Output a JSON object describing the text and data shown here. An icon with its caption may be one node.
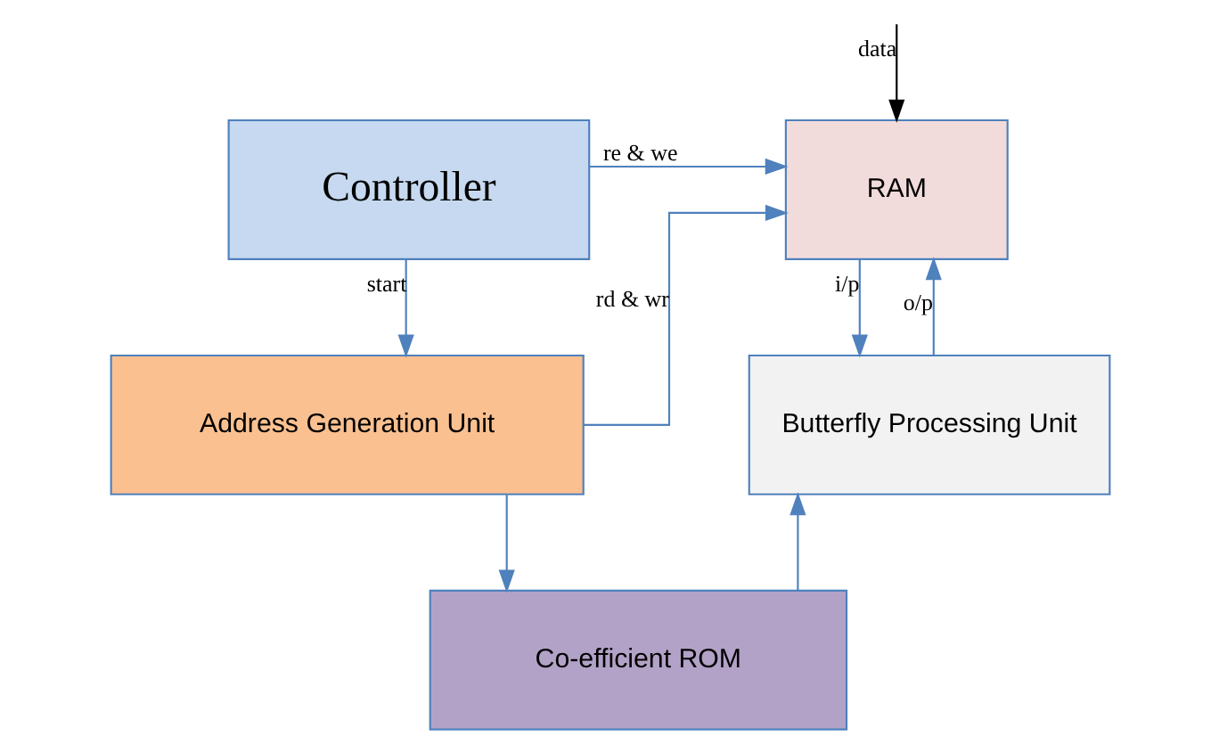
{
  "diagram": {
    "nodes": [
      {
        "text": [
          "Controller"
        ]
      },
      {
        "text": [
          "RAM"
        ]
      },
      {
        "text": [
          "Address Generation Unit"
        ]
      },
      {
        "text": [
          "Butterfly Processing Unit"
        ]
      },
      {
        "text": [
          "Co-efficient ROM"
        ]
      }
    ],
    "edges": [
      {
        "from": 0,
        "to": 1,
        "arrow": "to",
        "label": "re & we"
      },
      {
        "from": 0,
        "to": 2,
        "arrow": "to",
        "label": "start"
      },
      {
        "from": 2,
        "to": 1,
        "arrow": "to",
        "label": "rd & wr"
      },
      {
        "from": 1,
        "to": 3,
        "arrow": "to",
        "label": "i/p"
      },
      {
        "from": 3,
        "to": 1,
        "arrow": "to",
        "label": "o/p"
      },
      {
        "from": 2,
        "to": 4,
        "arrow": "to"
      },
      {
        "from": 4,
        "to": 3,
        "arrow": "to"
      },
      {
        "from": null,
        "to": 1,
        "arrow": "to",
        "label": "data",
        "color": "#000000"
      }
    ]
  }
}
